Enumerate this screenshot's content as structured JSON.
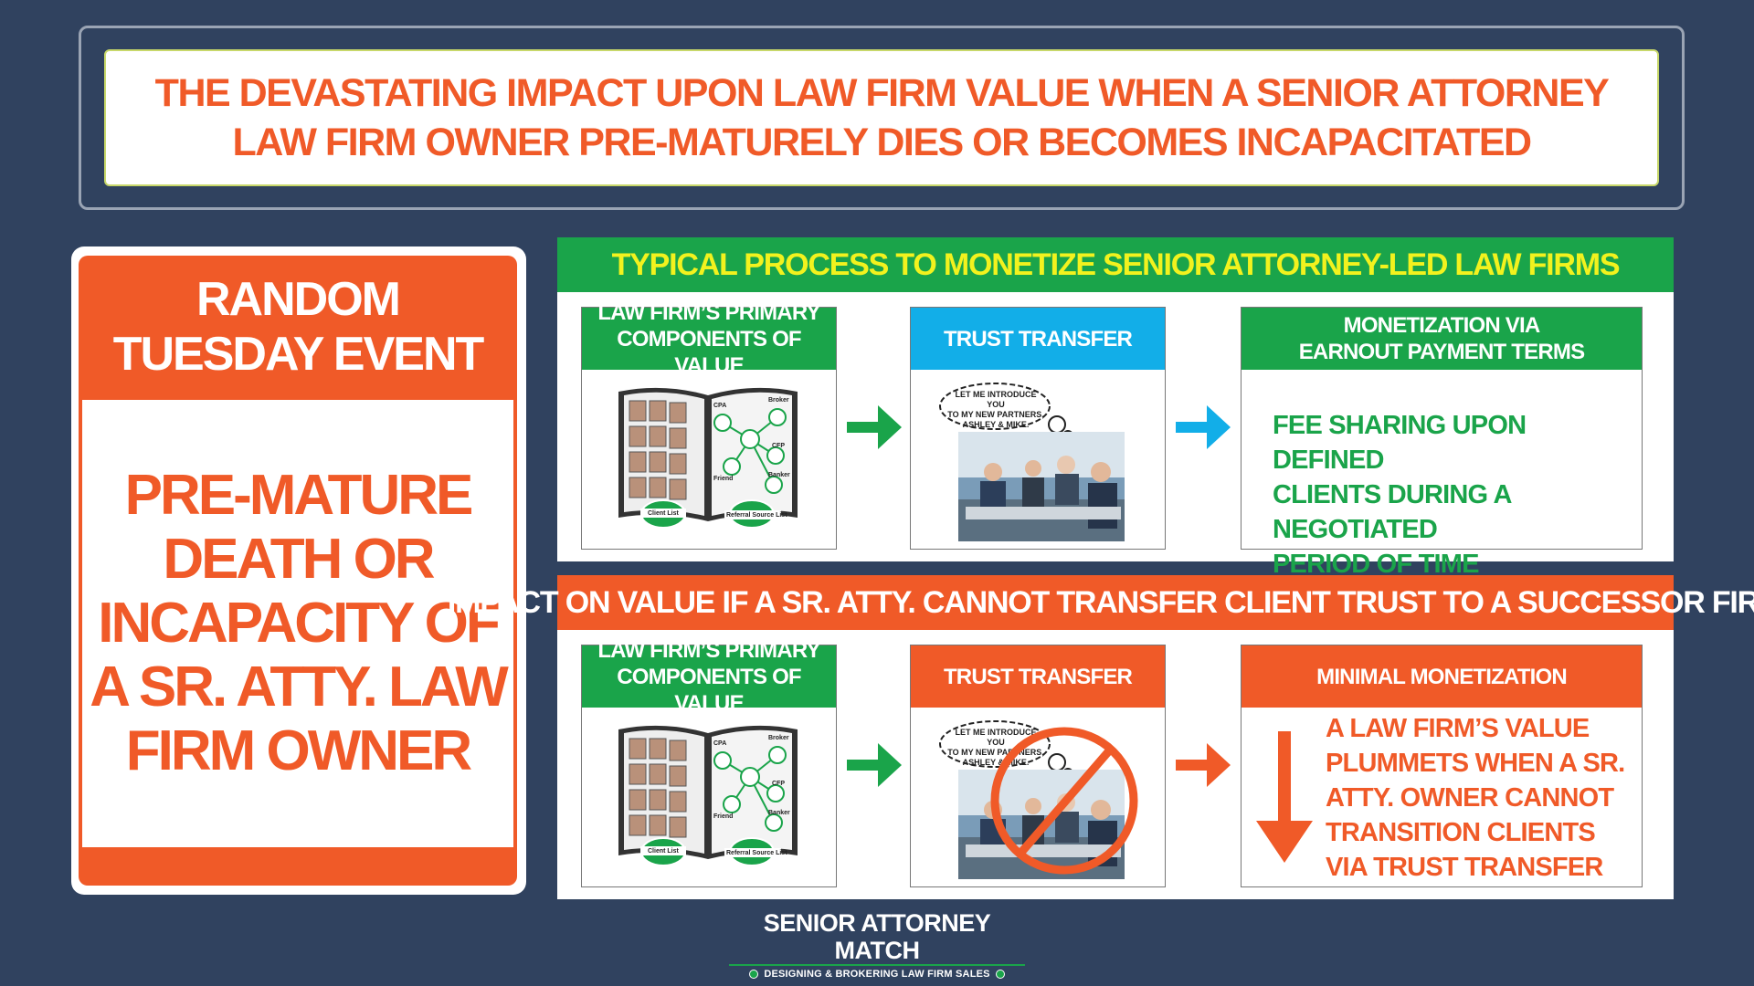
{
  "header": {
    "line1": "THE DEVASTATING IMPACT UPON LAW FIRM VALUE WHEN A SENIOR ATTORNEY",
    "line2": "LAW FIRM OWNER PRE-MATURELY DIES OR BECOMES INCAPACITATED"
  },
  "sign": {
    "top_line1": "RANDOM",
    "top_line2": "TUESDAY EVENT",
    "body_lines": [
      "PRE-MATURE",
      "DEATH OR",
      "INCAPACITY OF",
      "A SR. ATTY. LAW",
      "FIRM OWNER"
    ]
  },
  "top_panel": {
    "title": "TYPICAL PROCESS TO MONETIZE SENIOR ATTORNEY-LED LAW FIRMS",
    "box1_line1": "LAW FIRM’S PRIMARY",
    "box1_line2": "COMPONENTS OF VALUE",
    "box2": "TRUST TRANSFER",
    "box3_line1": "MONETIZATION VIA",
    "box3_line2": "EARNOUT PAYMENT TERMS",
    "body_lines": [
      "FEE SHARING UPON DEFINED",
      "CLIENTS DURING A NEGOTIATED",
      "PERIOD OF TIME"
    ]
  },
  "bottom_panel": {
    "title": "IMPACT ON VALUE IF A SR.  ATTY. CANNOT TRANSFER CLIENT TRUST TO A SUCCESSOR FIRM",
    "box1_line1": "LAW FIRM’S PRIMARY",
    "box1_line2": "COMPONENTS OF VALUE",
    "box2": "TRUST TRANSFER",
    "box3": "MINIMAL MONETIZATION",
    "body_lines": [
      "A LAW FIRM’S VALUE",
      "PLUMMETS WHEN A SR.",
      "ATTY. OWNER CANNOT",
      "TRANSITION CLIENTS",
      "VIA TRUST TRANSFER"
    ]
  },
  "illustration": {
    "bubble_lines": [
      "LET ME INTRODUCE YOU",
      "TO MY NEW PARTNERS,",
      "ASHLEY & MIKE."
    ],
    "book_labels": {
      "cpa": "CPA",
      "broker": "Broker",
      "cfp": "CFP",
      "friend": "Friend",
      "banker": "Banker",
      "client_list": "Client List",
      "referral_list": "Referral Source List"
    }
  },
  "logo": {
    "name": "SENIOR ATTORNEY MATCH",
    "tagline": "DESIGNING & BROKERING LAW FIRM SALES"
  },
  "colors": {
    "background": "#30425f",
    "orange": "#f05a28",
    "green": "#1aa44a",
    "blue": "#12aee8",
    "yellow": "#f2f21e"
  }
}
